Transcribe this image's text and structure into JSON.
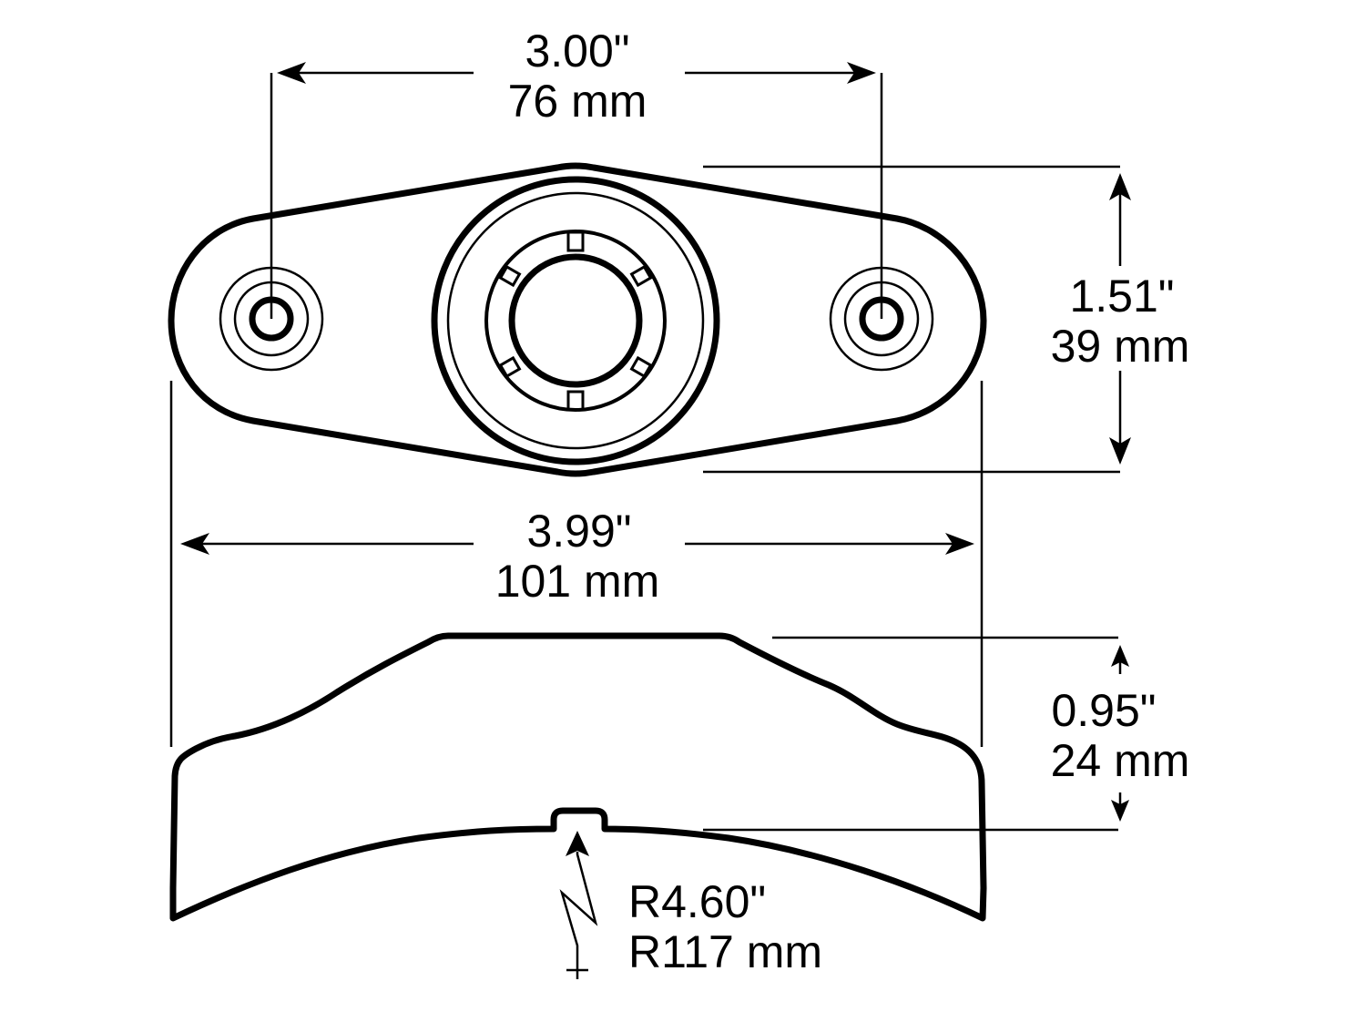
{
  "drawing": {
    "title": "Mounting bracket dimensional drawing",
    "colors": {
      "line": "#000000",
      "background": "#ffffff"
    },
    "views": [
      "top-view",
      "side-view"
    ]
  },
  "dimensions": {
    "hole_spacing": {
      "inches": "3.00\"",
      "mm": "76 mm"
    },
    "overall_width": {
      "inches": "3.99\"",
      "mm": "101 mm"
    },
    "top_height": {
      "inches": "1.51\"",
      "mm": "39 mm"
    },
    "side_height": {
      "inches": "0.95\"",
      "mm": "24 mm"
    },
    "base_radius": {
      "inches": "R4.60\"",
      "mm": "R117 mm"
    }
  }
}
